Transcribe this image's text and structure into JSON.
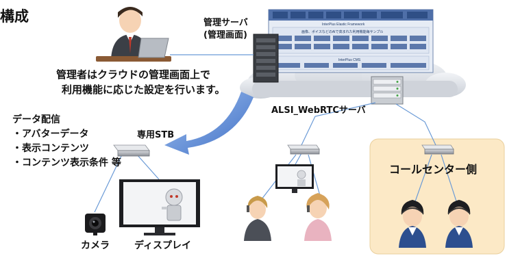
{
  "heading": "構成",
  "admin_note": {
    "line1": "管理者はクラウドの管理画面上で",
    "line2": "利用機能に応じた設定を行います。"
  },
  "mgmt_server": {
    "line1": "管理サーバ",
    "line2": "(管理画面)"
  },
  "webrtc_server": "ALSI_WebRTCサーバ",
  "stb_label": "専用STB",
  "data_delivery": {
    "title": "データ配信",
    "items": [
      "・アバターデータ",
      "・表示コンテンツ",
      "・コンテンツ表示条件 等"
    ]
  },
  "camera_label": "カメラ",
  "display_label": "ディスプレイ",
  "call_center_label": "コールセンター側",
  "cms_window": {
    "framework_title": "InterPlus Elastic Framework",
    "subtitle": "画像、ボイスなどのAIで高まれた利用機能毎サンプル",
    "cms_title": "InterPlus CMS"
  },
  "colors": {
    "window_blue": "#4f6fa8",
    "callcenter_fill": "#fce9c6",
    "arrow_blue": "#3f6fc6",
    "line_blue": "#6a9ad6"
  }
}
